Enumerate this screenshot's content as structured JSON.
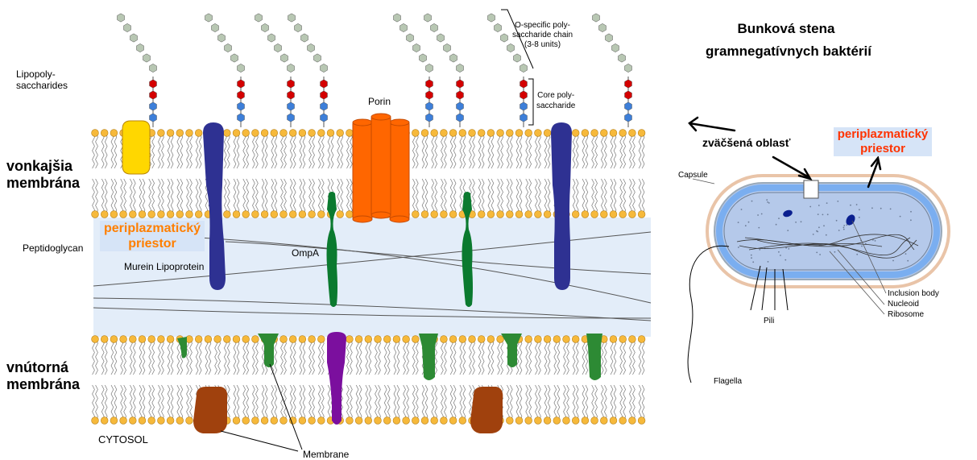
{
  "title": {
    "line1": "Bunková stena",
    "line2": "gramnegatívnych baktérií"
  },
  "membrane_labels": {
    "outer_line1": "vonkajšia",
    "outer_line2": "membrána",
    "inner_line1": "vnútorná",
    "inner_line2": "membrána",
    "periplasm_line1": "periplazmatický",
    "periplasm_line2": "priestor"
  },
  "component_labels": {
    "lps_line1": "Lipopoly-",
    "lps_line2": "saccharides",
    "o_chain_line1": "O-specific poly-",
    "o_chain_line2": "saccharide chain",
    "o_chain_line3": "(3-8 units)",
    "core_line1": "Core poly-",
    "core_line2": "saccharide",
    "porin": "Porin",
    "peptidoglycan": "Peptidoglycan",
    "murein_lipoprotein": "Murein Lipoprotein",
    "ompa": "OmpA",
    "cytosol": "CYTOSOL",
    "membrane": "Membrane"
  },
  "cell_labels": {
    "zoomed_area": "zväčšená oblasť",
    "periplasm_line1": "periplazmatický",
    "periplasm_line2": "priestor",
    "capsule": "Capsule",
    "inclusion_body": "Inclusion body",
    "nucleoid": "Nucleoid",
    "ribosome": "Ribosome",
    "pili": "Pili",
    "flagella": "Flagella"
  },
  "colors": {
    "lipid_head": "#f6b93b",
    "lipid_head_stroke": "#b9831c",
    "polysaccharide_unit": "#b8c7b3",
    "core_red": "#d40000",
    "core_blue": "#3d7fd9",
    "porin": "#ff6600",
    "blue_protein": "#2e3192",
    "green_protein": "#2d8a34",
    "dark_green_protein": "#0b7a2f",
    "purple_protein": "#7b0f9e",
    "brown_protein": "#a0410d",
    "yellow_protein": "#ffd700",
    "periplasm_bg": "#e3edf9",
    "cell_membrane": "#7aaef0",
    "cytoplasm": "#b5c9ea",
    "capsule": "#e9c4a8"
  }
}
